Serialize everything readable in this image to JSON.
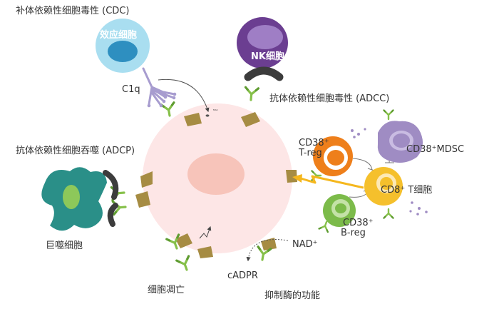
{
  "labels": {
    "cdc": "补体依赖性细胞毒性 (CDC)",
    "effector_cell": "效应细胞",
    "c1q": "C1q",
    "mac": "MAC",
    "nk_cell": "NK细胞",
    "adcc": "抗体依赖性细胞毒性 (ADCC)",
    "adcp": "抗体依赖性细胞吞噬 (ADCP)",
    "macrophage": "巨噬细胞",
    "apoptosis": "细胞凋亡",
    "cadpr": "cADPR",
    "nad": "NAD⁺",
    "enzyme_inhibition": "抑制酶的功能",
    "treg": "T-reg",
    "treg_cd38": "CD38⁺",
    "mdsc": "CD38⁺MDSC",
    "cd8_tcell": "CD8⁺ T细胞",
    "breg_cd38": "CD38⁺",
    "breg": "B-reg"
  },
  "colors": {
    "tumor_cell": "#fde6e6",
    "tumor_nucleus": "#f7c4ba",
    "cd38_receptor": "#a68c43",
    "antibody": "#86c04a",
    "effector_cell": "#a9def0",
    "nk_cell": "#6b3e91",
    "macrophage": "#2a8f88",
    "treg": "#ee7f1b",
    "cd8_tcell": "#f5c02c",
    "breg": "#7cbb4a",
    "mdsc": "#9f8cc3",
    "signal_arrow": "#f5b71d"
  }
}
